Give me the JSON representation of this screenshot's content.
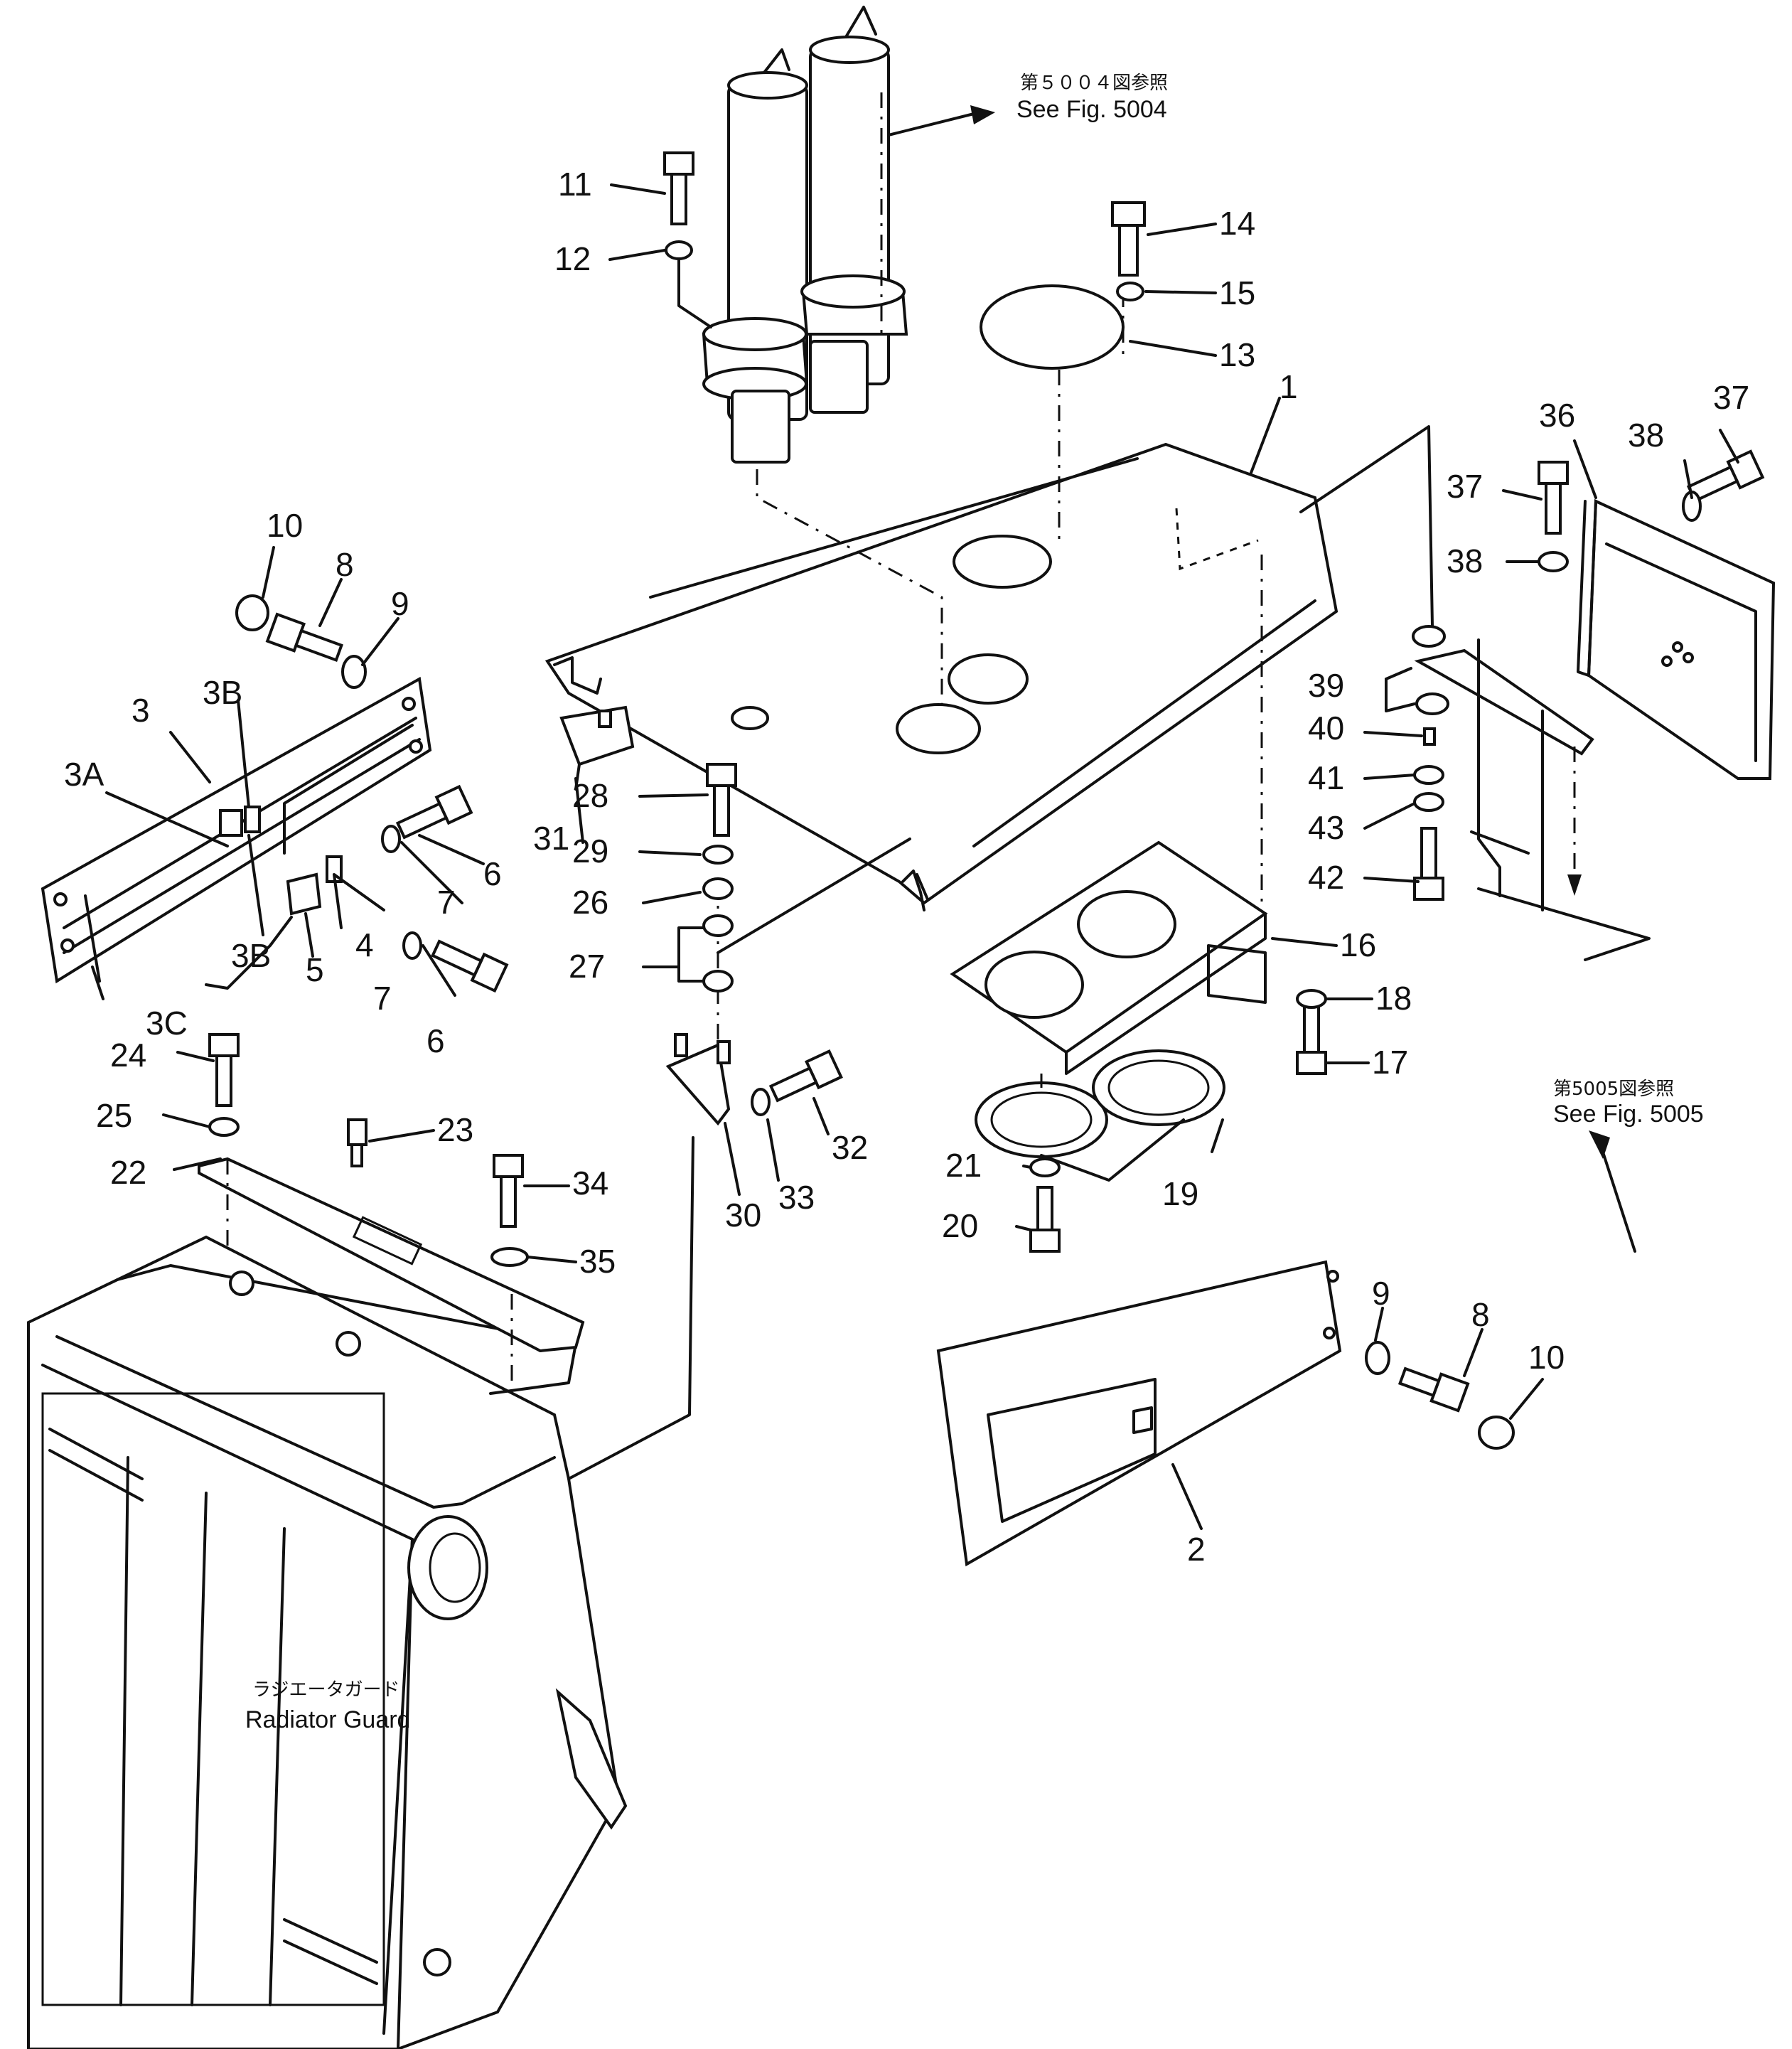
{
  "callouts": {
    "c1": "1",
    "c2": "2",
    "c3": "3",
    "c3a": "3A",
    "c3b_top": "3B",
    "c3b_bot": "3B",
    "c3c": "3C",
    "c4": "4",
    "c5": "5",
    "c6_top": "6",
    "c6_bot": "6",
    "c7_top": "7",
    "c7_bot": "7",
    "c8_left": "8",
    "c8_right": "8",
    "c9_left": "9",
    "c9_right": "9",
    "c10_left": "10",
    "c10_right": "10",
    "c11": "11",
    "c12": "12",
    "c13": "13",
    "c14": "14",
    "c15": "15",
    "c16": "16",
    "c17": "17",
    "c18": "18",
    "c19": "19",
    "c20": "20",
    "c21": "21",
    "c22": "22",
    "c23": "23",
    "c24": "24",
    "c25": "25",
    "c26": "26",
    "c27": "27",
    "c28": "28",
    "c29": "29",
    "c30": "30",
    "c31": "31",
    "c32": "32",
    "c33": "33",
    "c34": "34",
    "c35": "35",
    "c36": "36",
    "c37_top": "37",
    "c37_mid": "37",
    "c38_top": "38",
    "c38_mid": "38",
    "c39": "39",
    "c40": "40",
    "c41": "41",
    "c42": "42",
    "c43": "43"
  },
  "notes": {
    "fig5004_jp": "第５００４図参照",
    "fig5004_en": "See Fig. 5004",
    "fig5005_jp": "第5005図参照",
    "fig5005_en": "See Fig. 5005",
    "radiator_jp": "ラジエータガード",
    "radiator_en": "Radiator Guard"
  }
}
